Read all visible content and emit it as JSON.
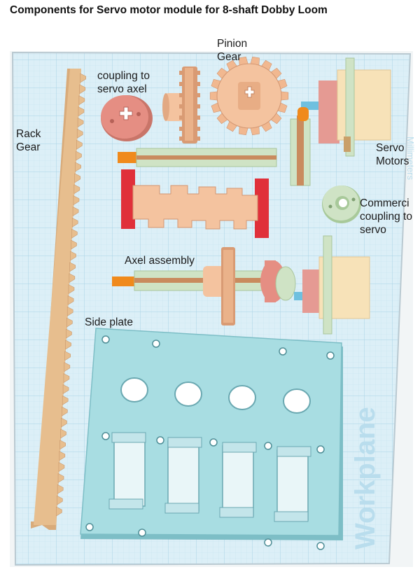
{
  "title": "Components for Servo motor module for 8-shaft Dobby Loom",
  "workplane": {
    "watermark": "Workplane",
    "units_label": "Millimeters",
    "colors": {
      "grid_bg": "#dff0f7",
      "grid_line": "#b9dced",
      "frame": "#c9d3d9"
    }
  },
  "labels": {
    "pinion_gear": [
      "Pinion",
      "Gear"
    ],
    "coupling_to_servo_axel": [
      "coupling to",
      "servo axel"
    ],
    "rack_gear": [
      "Rack",
      "Gear"
    ],
    "servo_motors": [
      "Servo",
      "Motors"
    ],
    "commercial_coupling": [
      "Commerci",
      "coupling to",
      "servo"
    ],
    "axel_assembly": "Axel assembly",
    "side_plate": "Side plate"
  },
  "colors": {
    "peach": "#f4c39f",
    "peach_dark": "#d99b74",
    "tan": "#e8c79a",
    "rack": "#e2b98a",
    "red": "#e0303a",
    "pale_green": "#cfe3c5",
    "orange": "#f08a1c",
    "servo_cream": "#f7e2b8",
    "servo_pink": "#e59a93",
    "plate": "#a8dde2",
    "plate_edge": "#7dbec6",
    "plate_hole": "#e9f6f8"
  }
}
